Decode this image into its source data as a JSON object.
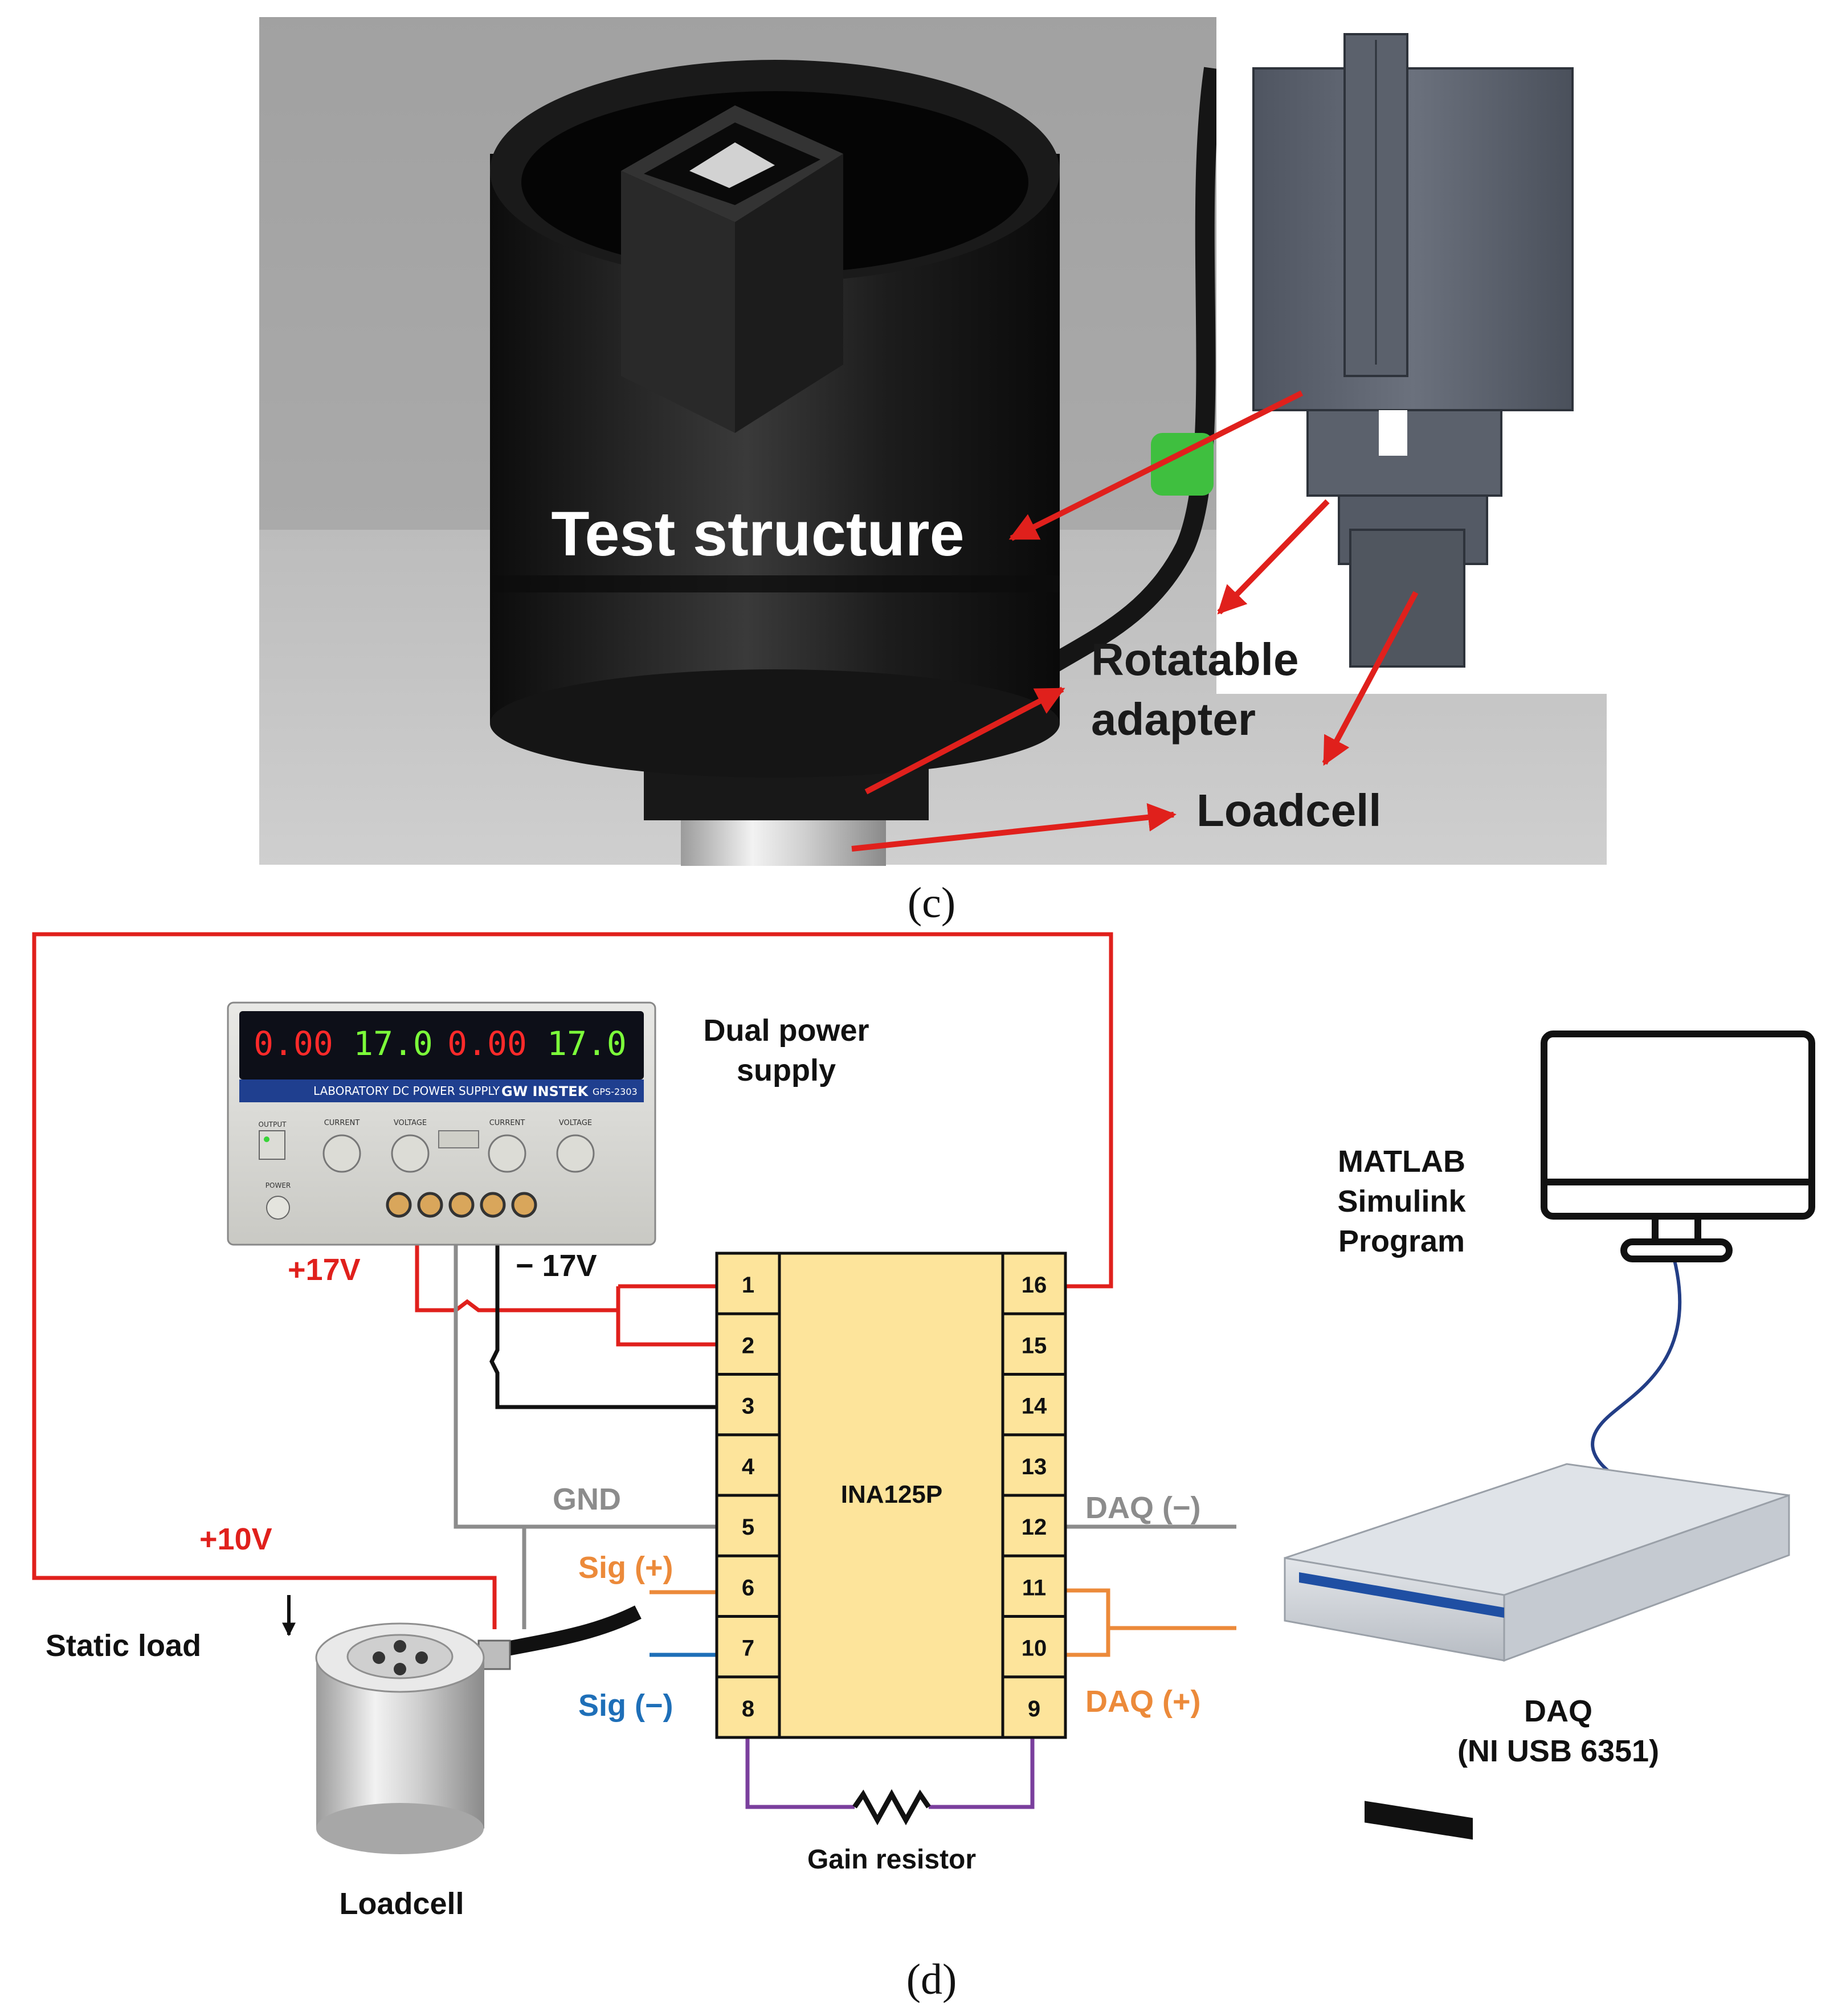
{
  "photo": {
    "labels": {
      "test_structure": "Test structure",
      "rotatable_adapter_line1": "Rotatable",
      "rotatable_adapter_line2": "adapter",
      "loadcell": "Loadcell"
    },
    "caption": "(c)"
  },
  "power_supply": {
    "title_line1": "Dual power",
    "title_line2": "supply",
    "display": [
      "0.00",
      "17.0",
      "0.00",
      "17.0"
    ],
    "panel_text": "LABORATORY DC POWER SUPPLY",
    "brand": "GW INSTEK",
    "model": "GPS-2303",
    "knob_labels": [
      "CURRENT",
      "VOLTAGE",
      "CURRENT",
      "VOLTAGE"
    ],
    "button_labels": [
      "OUTPUT",
      "POWER"
    ]
  },
  "circuit": {
    "chip_name": "INA125P",
    "left_pins": [
      "1",
      "2",
      "3",
      "4",
      "5",
      "6",
      "7",
      "8"
    ],
    "right_pins": [
      "16",
      "15",
      "14",
      "13",
      "12",
      "11",
      "10",
      "9"
    ],
    "labels": {
      "plus17": "+17V",
      "minus17": "− 17V",
      "gnd": "GND",
      "plus10": "+10V",
      "sig_plus": "Sig (+)",
      "sig_minus": "Sig (−)",
      "daq_minus": "DAQ (−)",
      "daq_plus": "DAQ (+)",
      "gain_resistor": "Gain resistor"
    },
    "colors": {
      "red": "#e0201c",
      "gray": "#8c8c8c",
      "black": "#111111",
      "orange": "#ec8a3a",
      "blue": "#1e6fb8",
      "purple": "#7a3f9d",
      "chip_fill": "#fde49b"
    }
  },
  "loadcell": {
    "static_load": "Static load",
    "name": "Loadcell"
  },
  "computer": {
    "line1": "MATLAB",
    "line2": "Simulink",
    "line3": "Program"
  },
  "daq": {
    "line1": "DAQ",
    "line2": "(NI USB 6351)"
  },
  "caption_bottom": "(d)"
}
